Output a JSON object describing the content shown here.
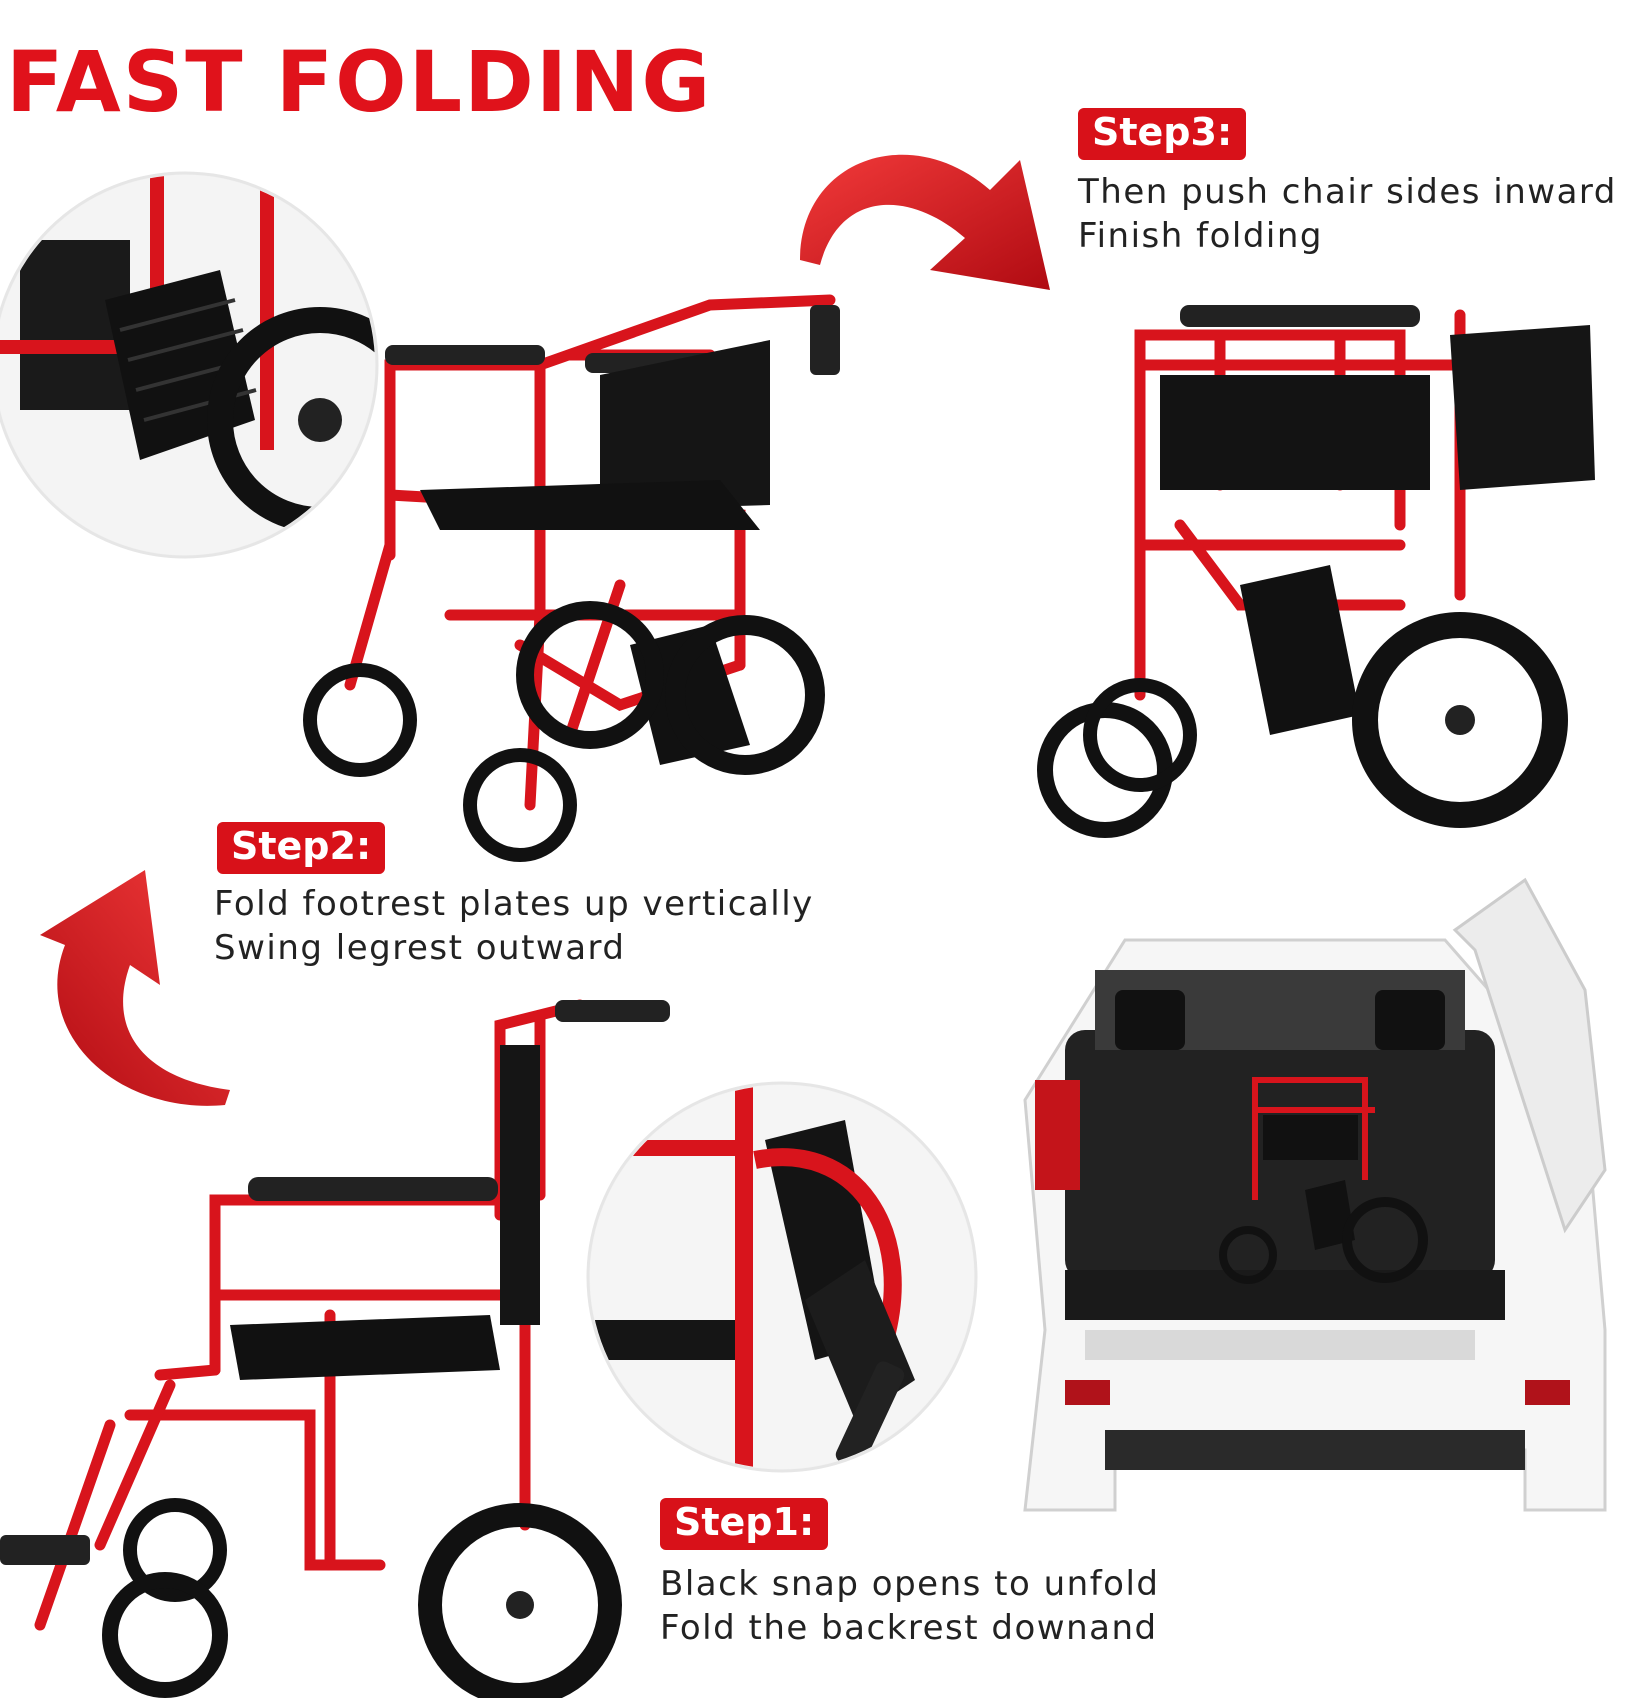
{
  "title": "FAST FOLDING",
  "steps": [
    {
      "badge": "Step3:",
      "line1": "Then push chair sides inward",
      "line2": "Finish folding"
    },
    {
      "badge": "Step2:",
      "line1": "Fold footrest plates up vertically",
      "line2": "Swing legrest outward"
    },
    {
      "badge": "Step1:",
      "line1": "Black snap opens to unfold",
      "line2": "Fold the backrest downand"
    }
  ],
  "colors": {
    "accent": "#e0121b",
    "frame": "#d8141c",
    "upholstery": "#111111"
  }
}
